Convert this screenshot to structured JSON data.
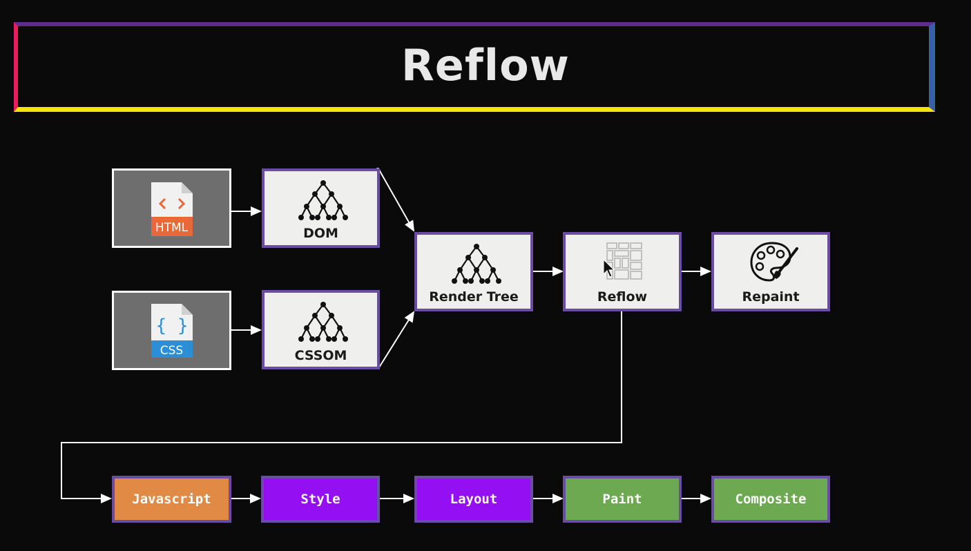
{
  "title": "Reflow",
  "sources": {
    "html": "HTML",
    "css": "CSS"
  },
  "nodes": {
    "dom": "DOM",
    "cssom": "CSSOM",
    "render_tree": "Render Tree",
    "reflow": "Reflow",
    "repaint": "Repaint"
  },
  "pipeline": [
    {
      "label": "Javascript",
      "color": "#e08a45"
    },
    {
      "label": "Style",
      "color": "#9410f2"
    },
    {
      "label": "Layout",
      "color": "#9410f2"
    },
    {
      "label": "Paint",
      "color": "#6ca950"
    },
    {
      "label": "Composite",
      "color": "#6ca950"
    }
  ],
  "icons": {
    "html_file": "html-file-icon",
    "css_file": "css-file-icon",
    "tree": "tree-icon",
    "layout": "layout-grid-icon",
    "palette": "palette-icon",
    "cursor": "mouse-cursor-icon"
  }
}
